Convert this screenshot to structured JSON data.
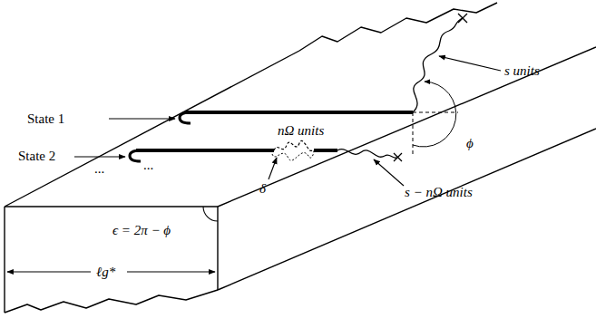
{
  "diagram": {
    "labels": [
      "State 1",
      "...",
      "State 2",
      "...",
      "nΩ units",
      "δ",
      "s units",
      "ϕ",
      "s − nΩ units",
      "ϵ = 2π − ϕ",
      "ℓg*"
    ]
  }
}
